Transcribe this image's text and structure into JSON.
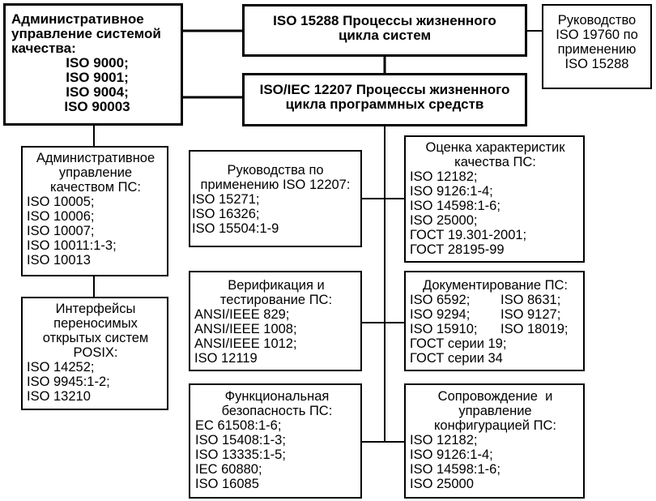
{
  "top": {
    "admin_qms": {
      "title": [
        "Административное",
        "управление системой",
        "качества:"
      ],
      "items": [
        "ISO 9000;",
        "ISO 9001;",
        "ISO 9004;",
        "ISO 90003"
      ]
    },
    "iso15288": [
      "ISO 15288 Процессы жизненного",
      "цикла систем"
    ],
    "guide19760": [
      "Руководство",
      "ISO 19760 по",
      "применению",
      "ISO 15288"
    ],
    "iso12207": [
      "ISO/IEC 12207 Процессы жизненного",
      "цикла программных средств"
    ]
  },
  "left": {
    "admin_sw": {
      "title": [
        "Административное",
        "управление",
        "качеством ПС:"
      ],
      "items": [
        "ISO 10005;",
        "ISO 10006;",
        "ISO 10007;",
        "ISO 10011:1-3;",
        "ISO 10013"
      ]
    },
    "posix": {
      "title": [
        "Интерфейсы",
        "переносимых",
        "открытых систем",
        "POSIX:"
      ],
      "items": [
        "ISO 14252;",
        "ISO 9945:1-2;",
        "ISO 13210"
      ]
    }
  },
  "middle": {
    "guides12207": {
      "title": [
        "Руководства по",
        "применению ISO 12207:"
      ],
      "items": [
        "ISO 15271;",
        "ISO 16326;",
        "ISO 15504:1-9"
      ]
    },
    "verification": {
      "title": [
        "Верификация и",
        "тестирование ПС:"
      ],
      "items": [
        "ANSI/IEEE 829;",
        "ANSI/IEEE 1008;",
        "ANSI/IEEE 1012;",
        "ISO 12119"
      ]
    },
    "safety": {
      "title": [
        "Функциональная",
        "безопасность ПС:"
      ],
      "items": [
        "ЕС 61508:1-6;",
        "ISO 15408:1-3;",
        "ISO 13335:1-5;",
        "IEC 60880;",
        "ISO 16085"
      ]
    }
  },
  "right": {
    "quality_eval": {
      "title": [
        "Оценка характеристик",
        "качества ПС:"
      ],
      "items": [
        "ISO 12182;",
        "ISO 9126:1-4;",
        "ISO 14598:1-6;",
        "ISO 25000;",
        "ГОСТ 19.301-2001;",
        "ГОСТ 28195-99"
      ]
    },
    "documentation": {
      "title": "Документирование ПС:",
      "pairs": [
        [
          "ISO 6592;",
          "ISO 8631;"
        ],
        [
          "ISO 9294;",
          "ISO 9127;"
        ],
        [
          "ISO 15910;",
          "ISO 18019;"
        ]
      ],
      "items": [
        "ГОСТ серии 19;",
        "ГОСТ серии 34"
      ]
    },
    "maintenance": {
      "title": [
        "Сопровождение  и",
        "управление",
        "конфигурацией ПС:"
      ],
      "items": [
        "ISO 12182;",
        "ISO 9126:1-4;",
        "ISO 14598:1-6;",
        "ISO 25000"
      ]
    }
  }
}
